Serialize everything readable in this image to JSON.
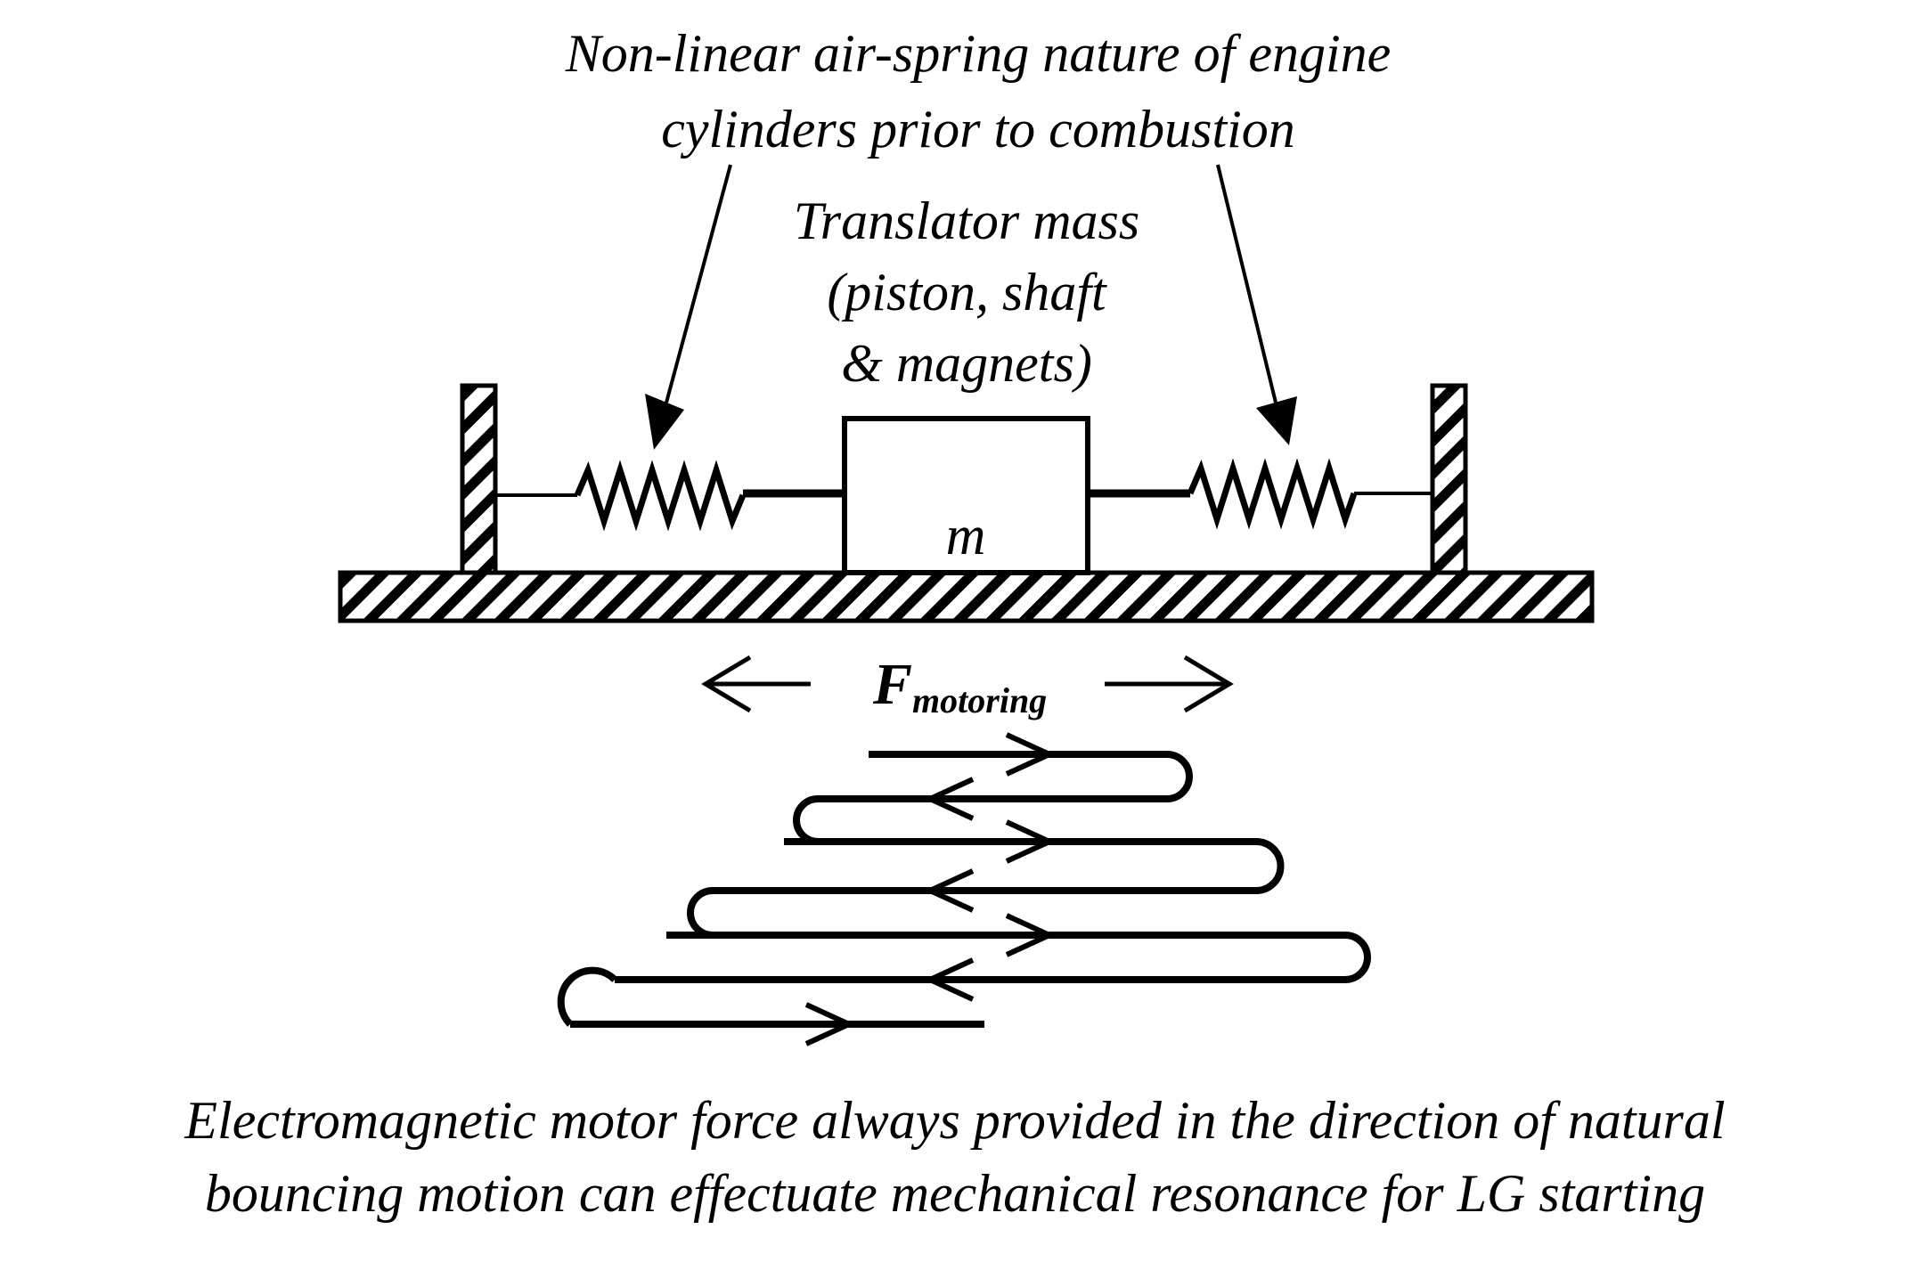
{
  "labels": {
    "air_spring_line1": "Non-linear air-spring nature of engine",
    "air_spring_line2": "cylinders prior to combustion",
    "translator_line1": "Translator  mass",
    "translator_line2": "(piston, shaft",
    "translator_line3": "& magnets)",
    "mass_symbol": "m",
    "force_main": "F",
    "force_sub": "motoring",
    "caption_line1": "Electromagnetic motor force always provided in the direction of natural",
    "caption_line2": "bouncing motion can effectuate mechanical resonance for LG starting"
  }
}
